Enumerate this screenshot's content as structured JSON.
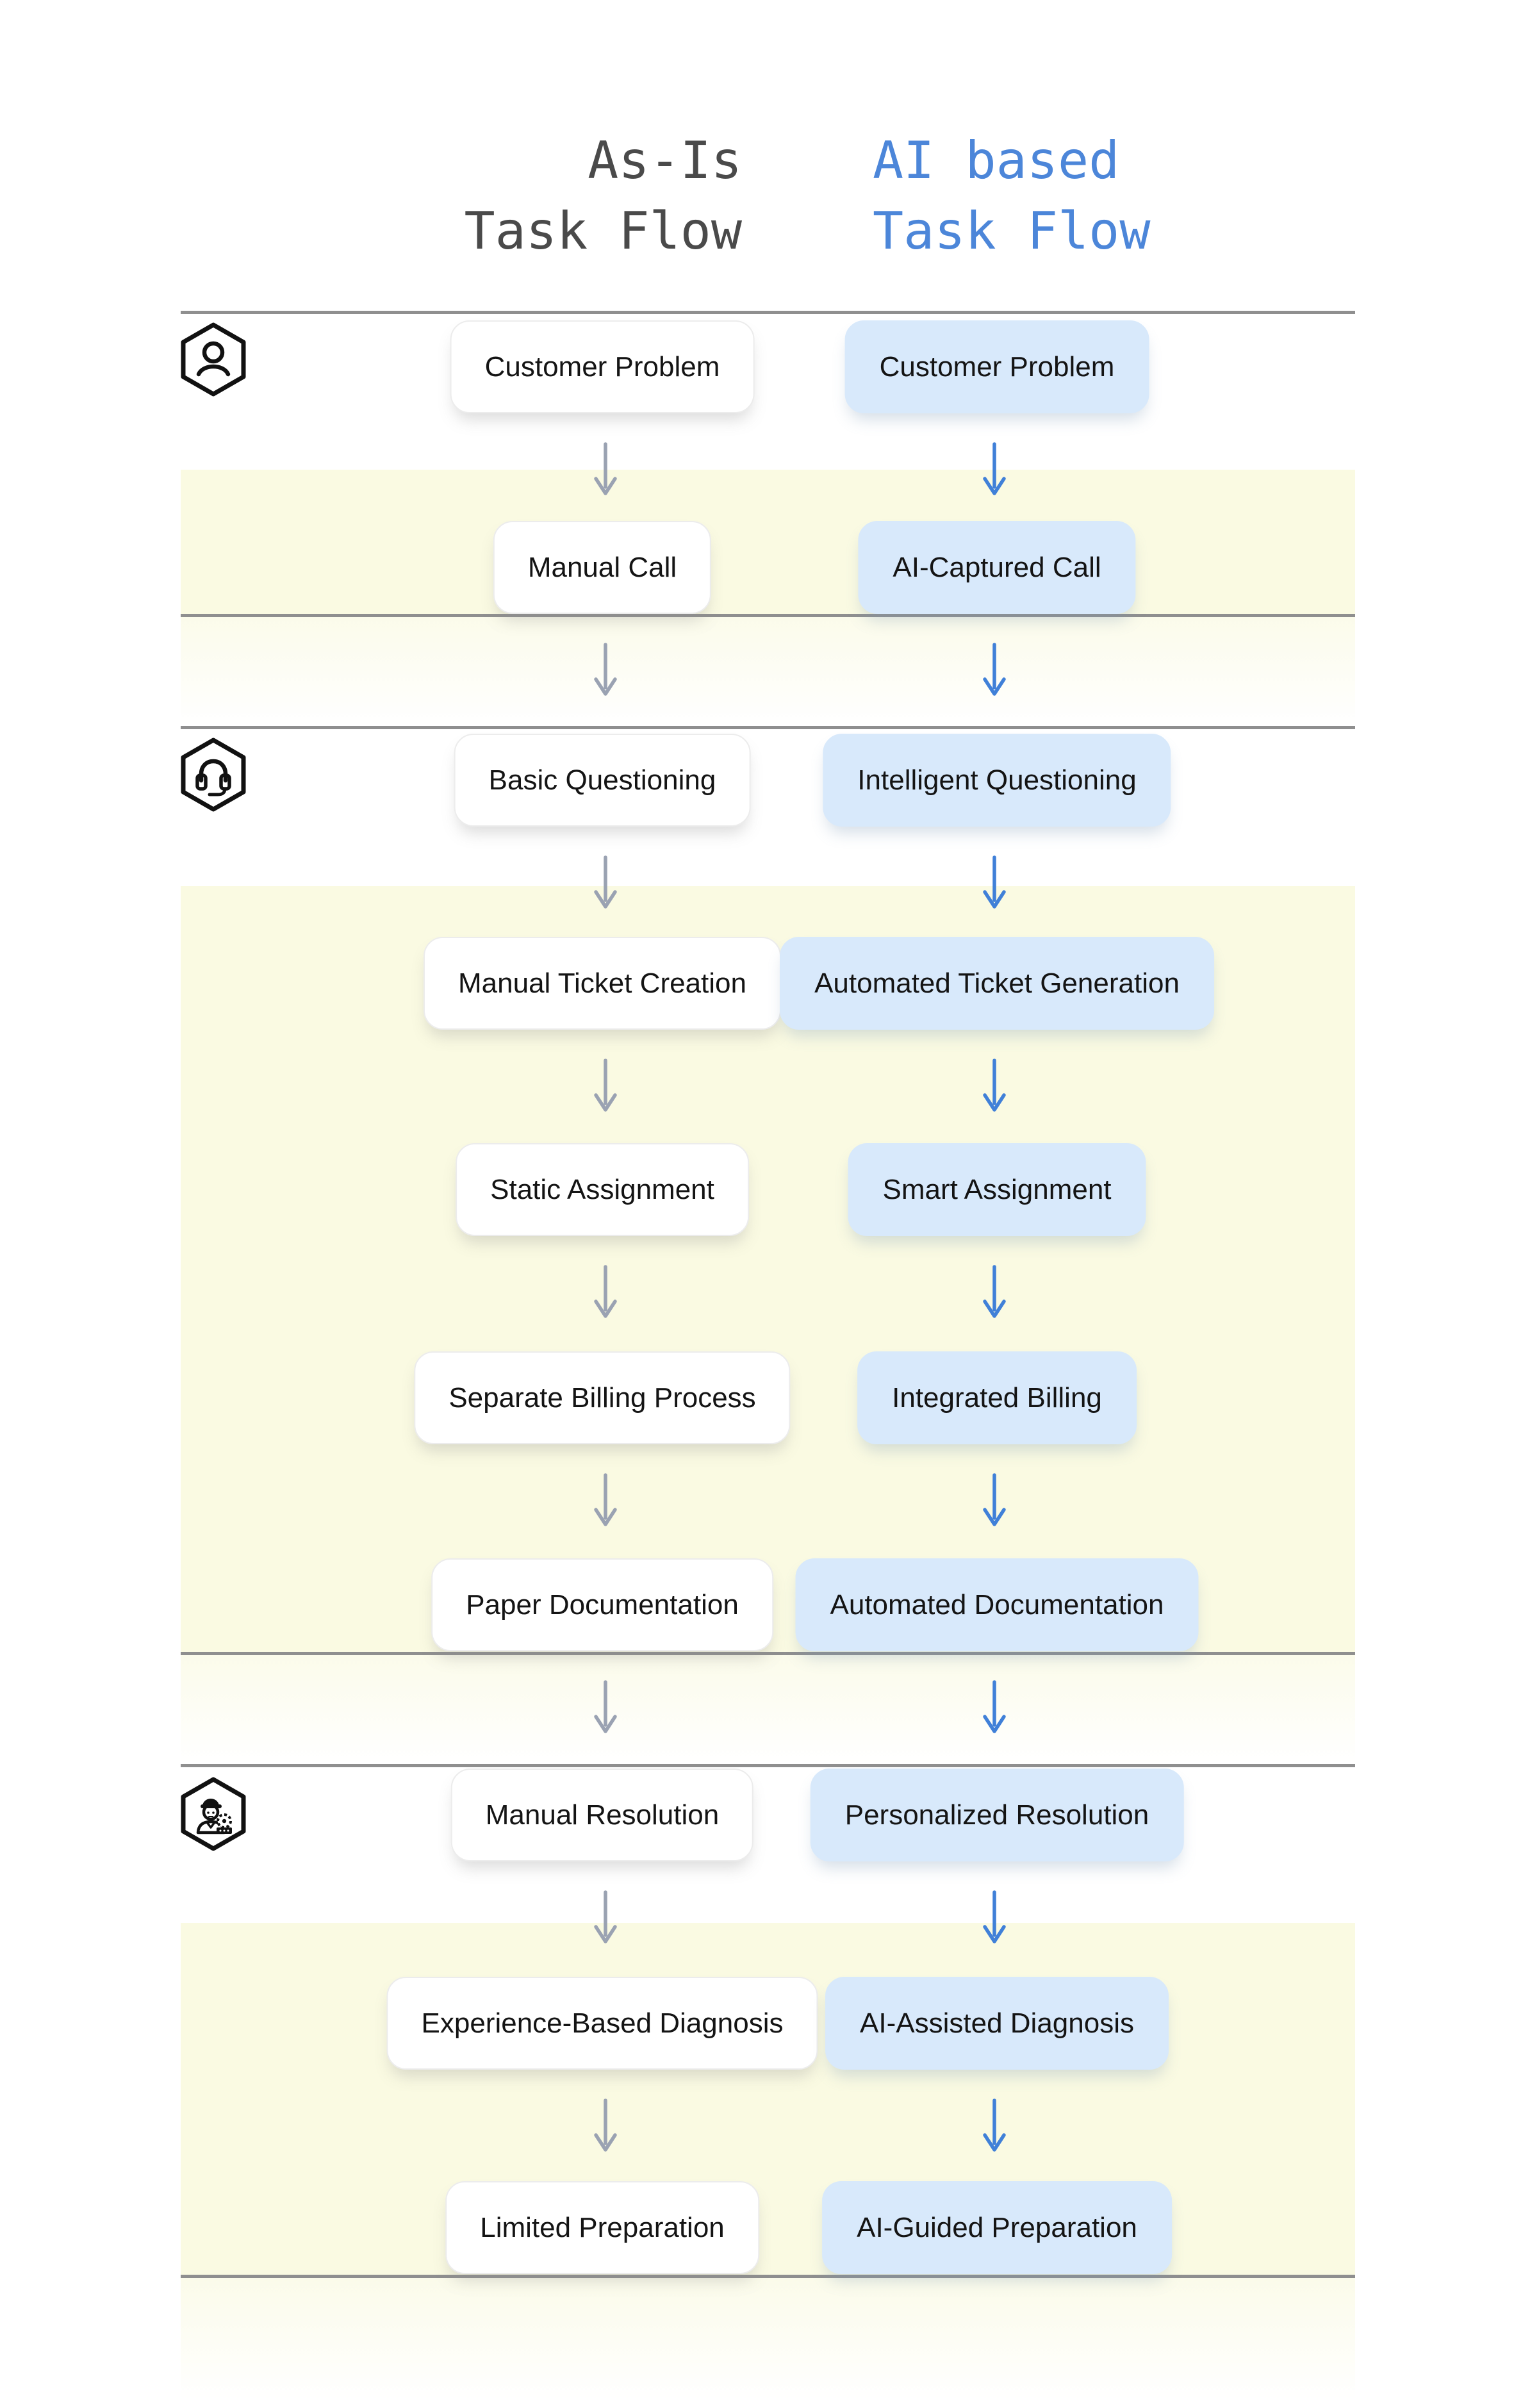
{
  "header": {
    "left_title_line1": "As-Is",
    "left_title_line2": "Task Flow",
    "right_title_line1": "AI based",
    "right_title_line2": "Task Flow"
  },
  "columns": {
    "left": "As-Is Task Flow",
    "right": "AI based Task Flow"
  },
  "phase_icons": [
    {
      "name": "person-icon"
    },
    {
      "name": "headset-icon"
    },
    {
      "name": "technician-icon"
    }
  ],
  "rows": [
    {
      "left": "Customer Problem",
      "right": "Customer Problem"
    },
    {
      "left": "Manual Call",
      "right": "AI-Captured Call"
    },
    {
      "left": "Basic Questioning",
      "right": "Intelligent Questioning"
    },
    {
      "left": "Manual Ticket Creation",
      "right": "Automated Ticket Generation"
    },
    {
      "left": "Static Assignment",
      "right": "Smart Assignment"
    },
    {
      "left": "Separate Billing Process",
      "right": "Integrated Billing"
    },
    {
      "left": "Paper Documentation",
      "right": "Automated Documentation"
    },
    {
      "left": "Manual Resolution",
      "right": "Personalized Resolution"
    },
    {
      "left": "Experience-Based Diagnosis",
      "right": "AI-Assisted Diagnosis"
    },
    {
      "left": "Limited Preparation",
      "right": "AI-Guided Preparation"
    }
  ],
  "colors": {
    "title_gray": "#4a4a4a",
    "title_blue": "#4c86d9",
    "box_blue_fill": "#d8e9fb",
    "band_yellow": "#fafae2",
    "divider_gray": "#8f8f8f",
    "arrow_gray": "#9aa2b2",
    "arrow_blue": "#4080d8",
    "box_text": "#141414"
  }
}
